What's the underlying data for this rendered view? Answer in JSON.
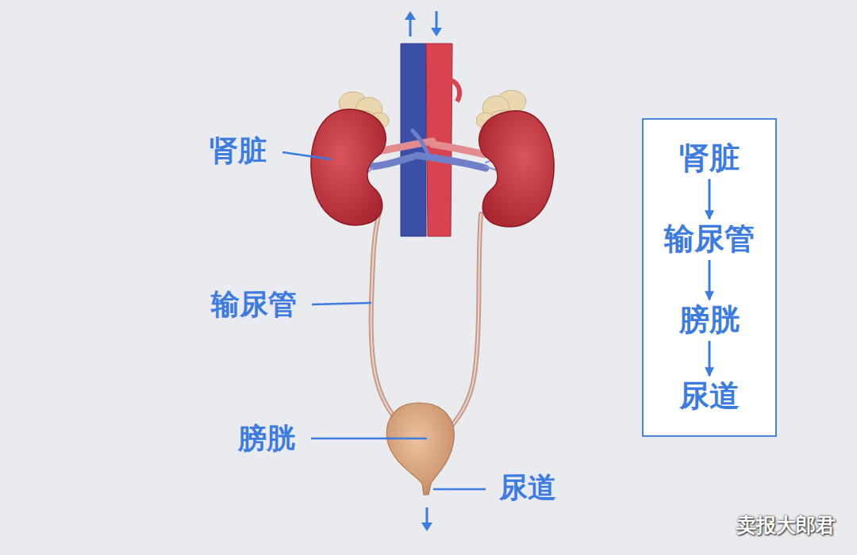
{
  "diagram": {
    "nodes": [
      {
        "text": [
          "肾脏"
        ]
      },
      {
        "text": [
          "输尿管"
        ]
      },
      {
        "text": [
          "膀胱"
        ]
      },
      {
        "text": [
          "尿道"
        ]
      }
    ],
    "edges": [
      {
        "from": 0,
        "to": 1,
        "arrow": "to"
      },
      {
        "from": 1,
        "to": 2,
        "arrow": "to"
      },
      {
        "from": 2,
        "to": 3,
        "arrow": "to"
      }
    ],
    "labels": [
      "肾脏",
      "输尿管",
      "膀胱",
      "尿道",
      "卖报大郎君"
    ]
  }
}
